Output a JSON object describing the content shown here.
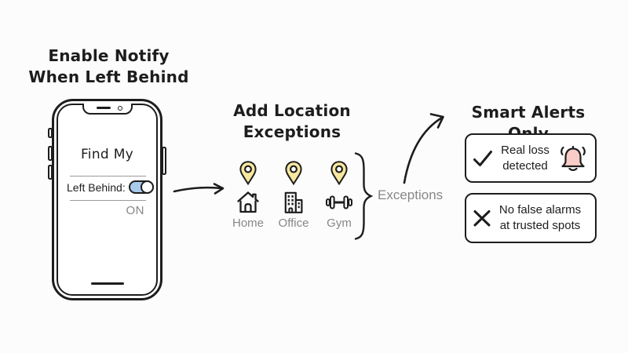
{
  "colors": {
    "ink": "#1d1d1d",
    "gray": "#878787",
    "pin_yellow": "#F8E79E",
    "toggle_blue": "#A9CBEB",
    "bell_pink": "#F9CDC7",
    "background": "#fcfcfc"
  },
  "step1": {
    "title_line1": "Enable Notify",
    "title_line2": "When Left Behind",
    "phone": {
      "app_title": "Find My",
      "toggle_label": "Left Behind:",
      "toggle_state": "on",
      "toggle_status": "ON"
    }
  },
  "step2": {
    "title_line1": "Add Location",
    "title_line2": "Exceptions",
    "pin_icon": "location-pin-icon",
    "locations": [
      {
        "label": "Home",
        "icon": "home-icon"
      },
      {
        "label": "Office",
        "icon": "office-building-icon"
      },
      {
        "label": "Gym",
        "icon": "dumbbell-icon"
      }
    ],
    "brace_label": "Exceptions"
  },
  "step3": {
    "title": "Smart Alerts Only",
    "cards": [
      {
        "mark_icon": "check-icon",
        "line1": "Real loss",
        "line2": "detected",
        "side_icon": "bell-icon"
      },
      {
        "mark_icon": "cross-icon",
        "line1": "No false alarms",
        "line2": "at trusted spots",
        "side_icon": ""
      }
    ]
  }
}
